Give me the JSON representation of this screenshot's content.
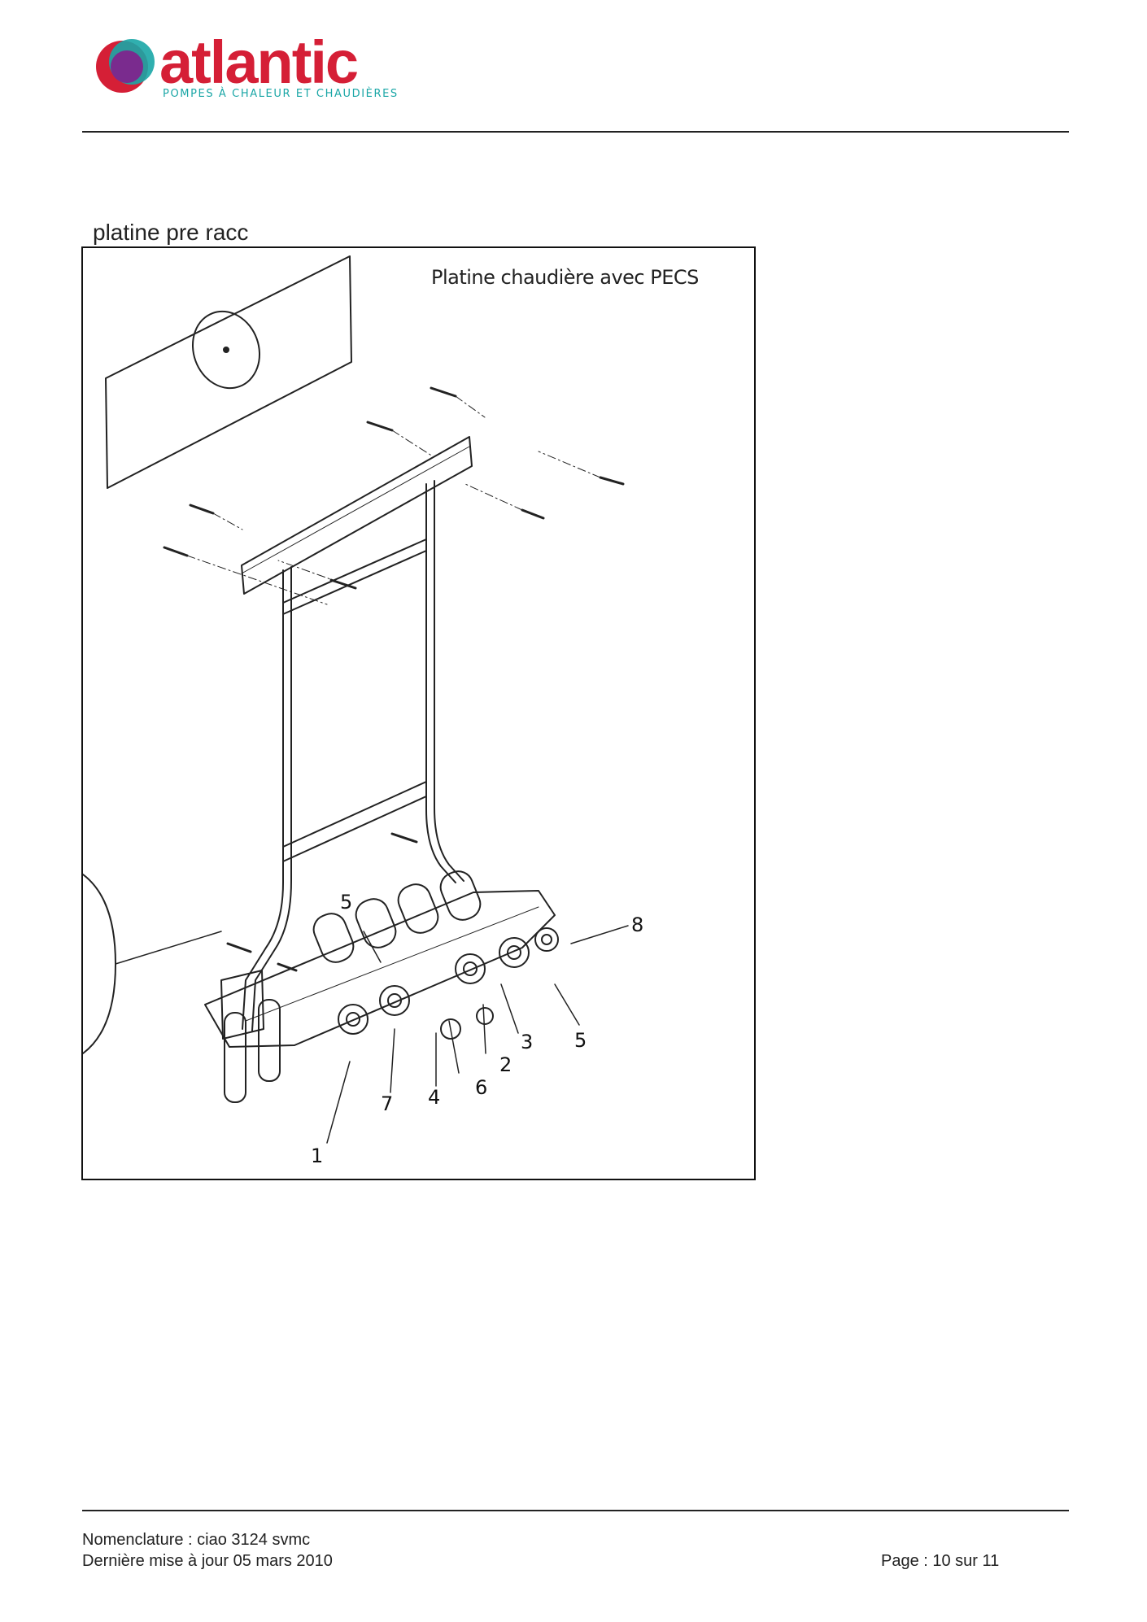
{
  "header": {
    "brand_name": "atlantic",
    "brand_tagline": "POMPES À CHALEUR ET CHAUDIÈRES",
    "colors": {
      "brand_red": "#d51f36",
      "brand_teal": "#1aa6a6",
      "brand_purple": "#7a2b8e"
    }
  },
  "section": {
    "title": "platine pre racc"
  },
  "figure": {
    "caption": "Platine chaudière avec PECS",
    "callouts": [
      "5",
      "8",
      "5",
      "3",
      "2",
      "6",
      "4",
      "7",
      "1"
    ]
  },
  "footer": {
    "nomenclature": "Nomenclature : ciao 3124 svmc",
    "updated": "Dernière mise à jour 05 mars 2010",
    "page": "Page : 10 sur 11"
  }
}
